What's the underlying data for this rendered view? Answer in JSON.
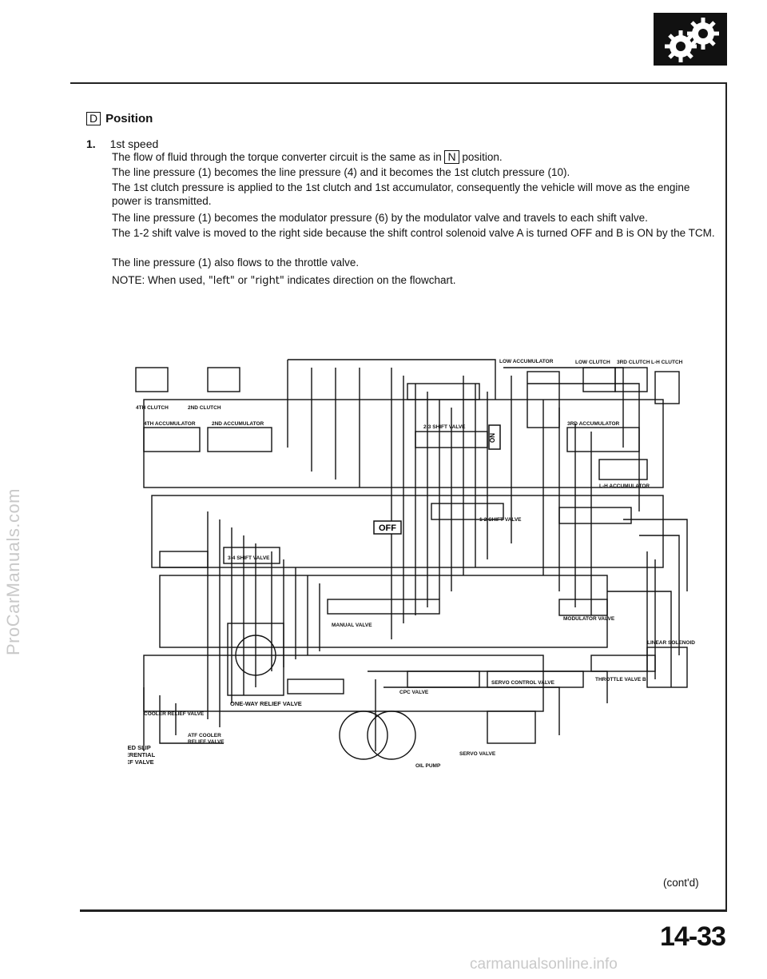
{
  "heading": {
    "box_letter": "D",
    "title": "Position"
  },
  "step": {
    "number": "1.",
    "title": "1st speed"
  },
  "paragraphs": {
    "p1_before": "The flow of fluid through the torque converter circuit is the same as in",
    "p1_box": "N",
    "p1_after": "position.",
    "p2": "The line pressure (1) becomes the line pressure (4) and it becomes the 1st clutch pressure (10).",
    "p3": "The 1st clutch pressure is applied to the 1st clutch and 1st accumulator, consequently the vehicle will move as the engine power is transmitted.",
    "p4": "The line pressure (1) becomes the modulator pressure (6) by the modulator valve and travels to each shift valve.",
    "p5": "The 1-2 shift valve is moved to the right side because the shift control solenoid valve A is turned OFF and B is ON by the TCM.",
    "p6": "The line pressure (1) also flows to the throttle valve."
  },
  "note": {
    "prefix": "NOTE:  When used,",
    "left": "\"left\"",
    "or": "or",
    "right": "\"right\"",
    "suffix": "indicates direction on the flowchart."
  },
  "diagram_labels": {
    "one_way_relief": "ONE-WAY RELIEF VALVE",
    "lsd_1": "LIMITED SLIP",
    "lsd_2": "DIFFERENTIAL",
    "lsd_3": "RELIEF VALVE",
    "off": "OFF",
    "on": "ON",
    "servo": "SERVO VALVE",
    "manual": "MANUAL VALVE",
    "modulator": "MODULATOR VALVE",
    "throttle": "THROTTLE VALVE B",
    "linear": "LINEAR SOLENOID",
    "clutch_4th": "4TH CLUTCH",
    "clutch_2nd": "2ND CLUTCH",
    "clutch_low": "LOW CLUTCH",
    "clutch_3rd": "3RD CLUTCH",
    "clutch_lh": "L-H CLUTCH",
    "acc_4th": "4TH ACCUMULATOR",
    "acc_2nd": "2ND ACCUMULATOR",
    "acc_3rd": "3RD ACCUMULATOR",
    "acc_lh": "L-H ACCUMULATOR",
    "low_acc": "LOW ACCUMULATOR",
    "shift_12": "1-2 SHIFT VALVE",
    "shift_23": "2-3 SHIFT VALVE",
    "shift_34": "3-4 SHIFT VALVE",
    "cooler_relief": "COOLER RELIEF VALVE",
    "cpc": "CPC VALVE",
    "servo_control": "SERVO CONTROL VALVE",
    "oil_pump": "OIL PUMP",
    "atf_cooler": "ATF COOLER",
    "relief": "RELIEF VALVE"
  },
  "contd": "(cont'd)",
  "page_number": "14-33",
  "watermarks": {
    "left": "ProCarManuals.com",
    "bottom": "carmanualsonline.info"
  }
}
